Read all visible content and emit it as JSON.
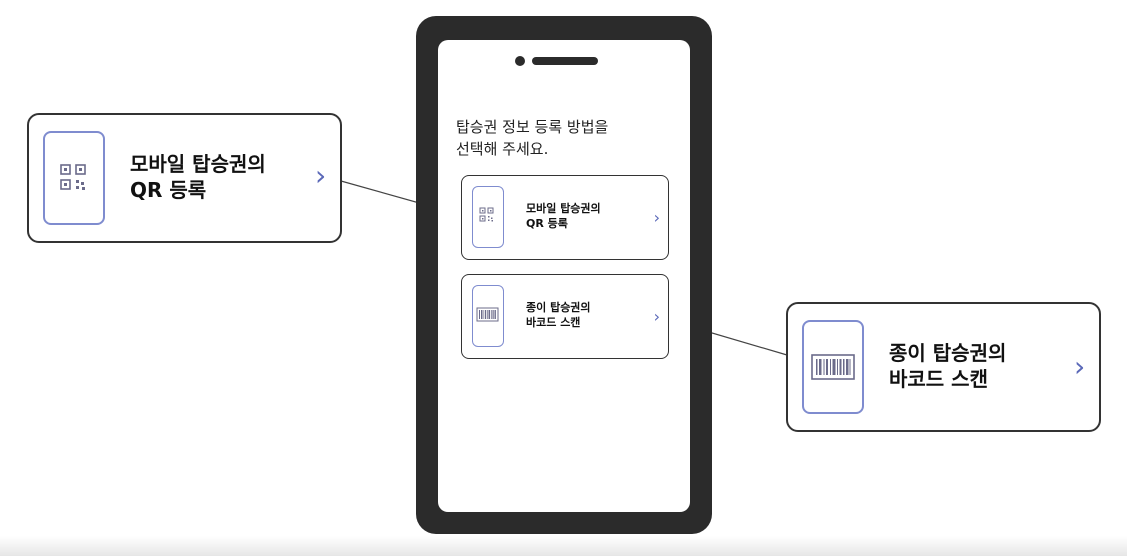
{
  "phone_prompt": "탑승권 정보 등록 방법을\n선택해 주세요.",
  "options": {
    "qr": {
      "label": "모바일 탑승권의\nQR 등록",
      "icon": "qr-code-icon"
    },
    "barcode": {
      "label": "종이 탑승권의\n바코드 스캔",
      "icon": "barcode-icon"
    }
  },
  "chevron": "›",
  "colors": {
    "accent": "#7f8ccf",
    "chevron": "#5a68b8",
    "phone_body": "#2b2b2b",
    "card_border": "#333333"
  }
}
